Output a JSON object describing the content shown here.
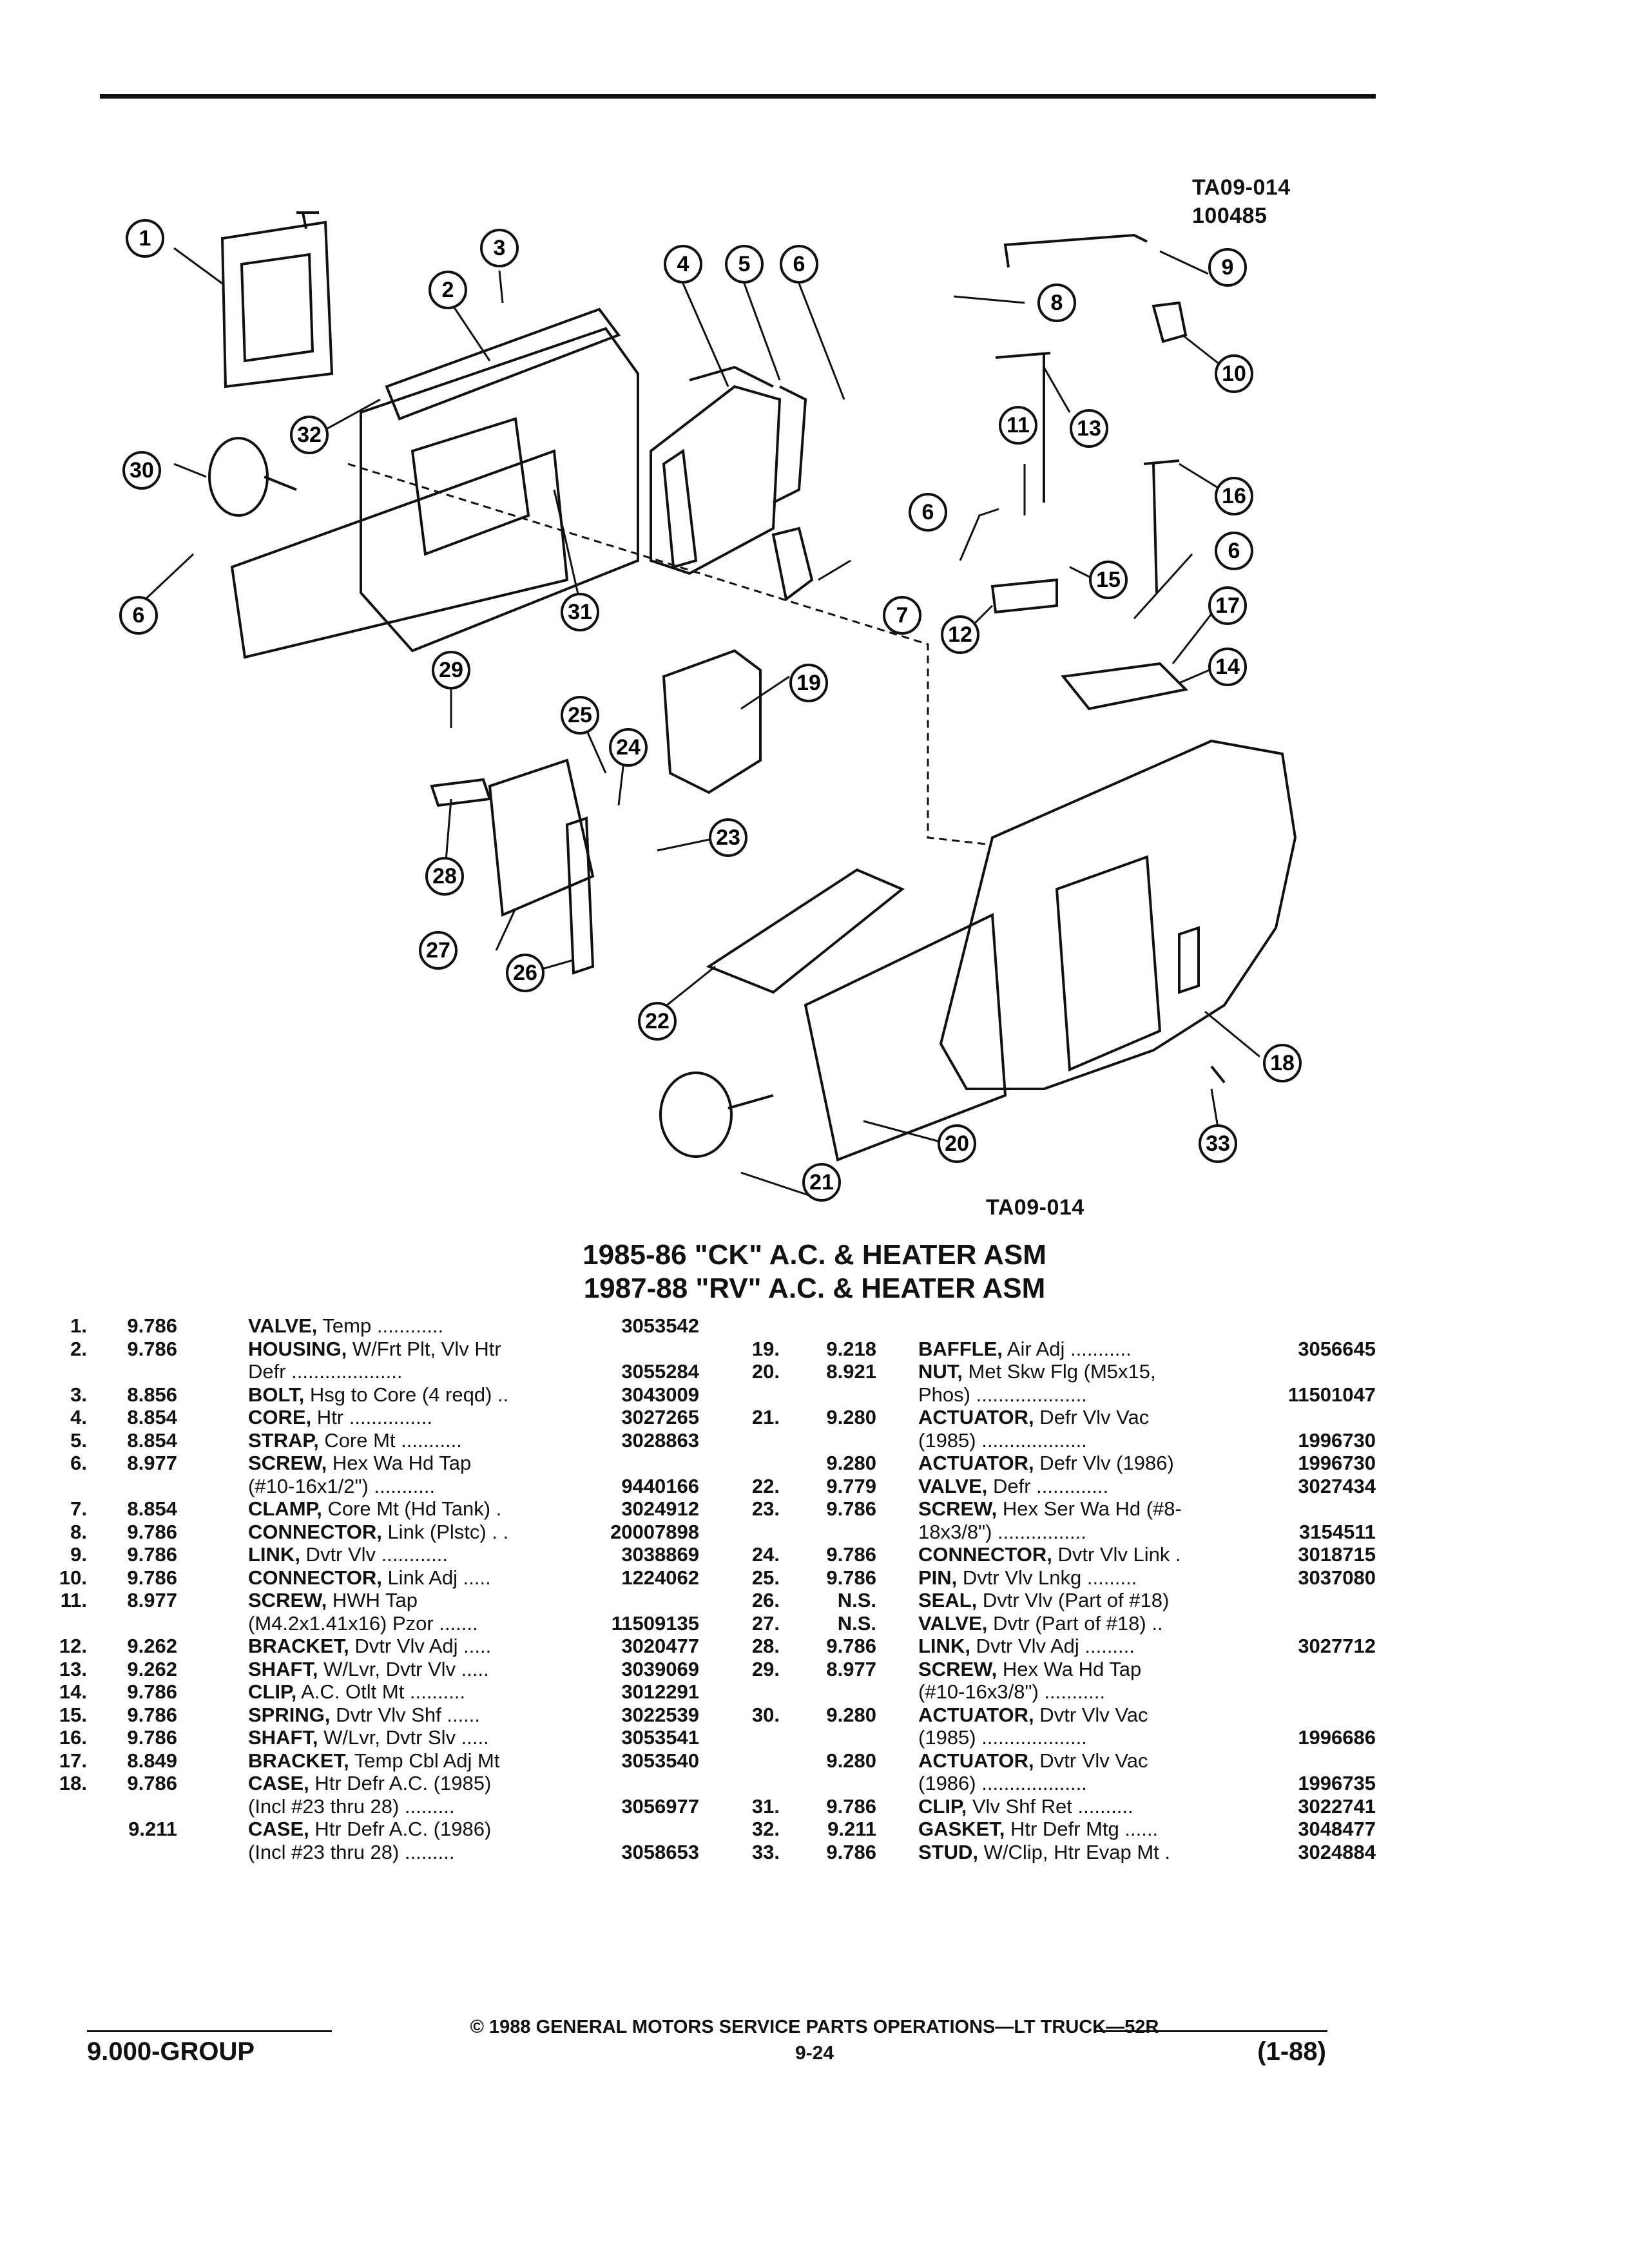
{
  "figure": {
    "id_top": "TA09-014",
    "id_top_sub": "100485",
    "id_bottom": "TA09-014"
  },
  "callouts": [
    "1",
    "2",
    "3",
    "4",
    "5",
    "6",
    "7",
    "8",
    "9",
    "10",
    "11",
    "12",
    "13",
    "14",
    "15",
    "16",
    "17",
    "18",
    "19",
    "20",
    "21",
    "22",
    "23",
    "24",
    "25",
    "26",
    "27",
    "28",
    "29",
    "30",
    "31",
    "32",
    "33"
  ],
  "title": {
    "line1": "1985-86 \"CK\" A.C. & HEATER ASM",
    "line2": "1987-88 \"RV\" A.C. & HEATER ASM"
  },
  "parts_left": [
    {
      "num": "1.",
      "grp": "9.786",
      "name": "VALVE,",
      "desc": " Temp ............",
      "part": "3053542"
    },
    {
      "num": "2.",
      "grp": "9.786",
      "name": "HOUSING,",
      "desc": " W/Frt Plt, Vlv Htr",
      "part": ""
    },
    {
      "num": "",
      "grp": "",
      "name": "",
      "desc": "Defr ....................",
      "part": "3055284"
    },
    {
      "num": "3.",
      "grp": "8.856",
      "name": "BOLT,",
      "desc": " Hsg to Core (4 reqd) ..",
      "part": "3043009"
    },
    {
      "num": "4.",
      "grp": "8.854",
      "name": "CORE,",
      "desc": " Htr ...............",
      "part": "3027265"
    },
    {
      "num": "5.",
      "grp": "8.854",
      "name": "STRAP,",
      "desc": " Core Mt ...........",
      "part": "3028863"
    },
    {
      "num": "6.",
      "grp": "8.977",
      "name": "SCREW,",
      "desc": " Hex Wa Hd Tap",
      "part": ""
    },
    {
      "num": "",
      "grp": "",
      "name": "",
      "desc": "(#10-16x1/2\") ...........",
      "part": "9440166"
    },
    {
      "num": "7.",
      "grp": "8.854",
      "name": "CLAMP,",
      "desc": " Core Mt (Hd Tank) .",
      "part": "3024912"
    },
    {
      "num": "8.",
      "grp": "9.786",
      "name": "CONNECTOR,",
      "desc": " Link (Plstc) . .",
      "part": "20007898"
    },
    {
      "num": "9.",
      "grp": "9.786",
      "name": "LINK,",
      "desc": " Dvtr Vlv ............",
      "part": "3038869"
    },
    {
      "num": "10.",
      "grp": "9.786",
      "name": "CONNECTOR,",
      "desc": " Link Adj .....",
      "part": "1224062"
    },
    {
      "num": "11.",
      "grp": "8.977",
      "name": "SCREW,",
      "desc": " HWH Tap",
      "part": ""
    },
    {
      "num": "",
      "grp": "",
      "name": "",
      "desc": "(M4.2x1.41x16) Pzor .......",
      "part": "11509135"
    },
    {
      "num": "12.",
      "grp": "9.262",
      "name": "BRACKET,",
      "desc": " Dvtr Vlv Adj .....",
      "part": "3020477"
    },
    {
      "num": "13.",
      "grp": "9.262",
      "name": "SHAFT,",
      "desc": " W/Lvr, Dvtr Vlv .....",
      "part": "3039069"
    },
    {
      "num": "14.",
      "grp": "9.786",
      "name": "CLIP,",
      "desc": " A.C. Otlt Mt ..........",
      "part": "3012291"
    },
    {
      "num": "15.",
      "grp": "9.786",
      "name": "SPRING,",
      "desc": " Dvtr Vlv Shf ......",
      "part": "3022539"
    },
    {
      "num": "16.",
      "grp": "9.786",
      "name": "SHAFT,",
      "desc": " W/Lvr, Dvtr Slv .....",
      "part": "3053541"
    },
    {
      "num": "17.",
      "grp": "8.849",
      "name": "BRACKET,",
      "desc": " Temp Cbl Adj Mt",
      "part": "3053540"
    },
    {
      "num": "18.",
      "grp": "9.786",
      "name": "CASE,",
      "desc": " Htr Defr A.C. (1985)",
      "part": ""
    },
    {
      "num": "",
      "grp": "",
      "name": "",
      "desc": "(Incl #23 thru 28) .........",
      "part": "3056977"
    },
    {
      "num": "",
      "grp": "9.211",
      "name": "CASE,",
      "desc": " Htr Defr A.C. (1986)",
      "part": ""
    },
    {
      "num": "",
      "grp": "",
      "name": "",
      "desc": "(Incl #23 thru 28) .........",
      "part": "3058653"
    }
  ],
  "parts_right": [
    {
      "num": "",
      "grp": "",
      "name": "",
      "desc": "",
      "part": ""
    },
    {
      "num": "19.",
      "grp": "9.218",
      "name": "BAFFLE,",
      "desc": " Air Adj ...........",
      "part": "3056645"
    },
    {
      "num": "20.",
      "grp": "8.921",
      "name": "NUT,",
      "desc": " Met Skw Flg (M5x15,",
      "part": ""
    },
    {
      "num": "",
      "grp": "",
      "name": "",
      "desc": "Phos) ....................",
      "part": "11501047"
    },
    {
      "num": "21.",
      "grp": "9.280",
      "name": "ACTUATOR,",
      "desc": " Defr Vlv Vac",
      "part": ""
    },
    {
      "num": "",
      "grp": "",
      "name": "",
      "desc": "(1985) ...................",
      "part": "1996730"
    },
    {
      "num": "",
      "grp": "9.280",
      "name": "ACTUATOR,",
      "desc": " Defr Vlv (1986)",
      "part": "1996730"
    },
    {
      "num": "22.",
      "grp": "9.779",
      "name": "VALVE,",
      "desc": " Defr .............",
      "part": "3027434"
    },
    {
      "num": "23.",
      "grp": "9.786",
      "name": "SCREW,",
      "desc": " Hex Ser Wa Hd (#8-",
      "part": ""
    },
    {
      "num": "",
      "grp": "",
      "name": "",
      "desc": "18x3/8\") ................",
      "part": "3154511"
    },
    {
      "num": "24.",
      "grp": "9.786",
      "name": "CONNECTOR,",
      "desc": " Dvtr Vlv Link .",
      "part": "3018715"
    },
    {
      "num": "25.",
      "grp": "9.786",
      "name": "PIN,",
      "desc": " Dvtr Vlv Lnkg .........",
      "part": "3037080"
    },
    {
      "num": "26.",
      "grp": "N.S.",
      "name": "SEAL,",
      "desc": " Dvtr Vlv (Part of #18)",
      "part": ""
    },
    {
      "num": "27.",
      "grp": "N.S.",
      "name": "VALVE,",
      "desc": " Dvtr (Part of #18) ..",
      "part": ""
    },
    {
      "num": "28.",
      "grp": "9.786",
      "name": "LINK,",
      "desc": " Dvtr Vlv Adj .........",
      "part": "3027712"
    },
    {
      "num": "29.",
      "grp": "8.977",
      "name": "SCREW,",
      "desc": " Hex Wa Hd Tap",
      "part": ""
    },
    {
      "num": "",
      "grp": "",
      "name": "",
      "desc": "(#10-16x3/8\") ...........",
      "part": ""
    },
    {
      "num": "30.",
      "grp": "9.280",
      "name": "ACTUATOR,",
      "desc": " Dvtr Vlv Vac",
      "part": ""
    },
    {
      "num": "",
      "grp": "",
      "name": "",
      "desc": "(1985) ...................",
      "part": "1996686"
    },
    {
      "num": "",
      "grp": "9.280",
      "name": "ACTUATOR,",
      "desc": " Dvtr Vlv Vac",
      "part": ""
    },
    {
      "num": "",
      "grp": "",
      "name": "",
      "desc": "(1986) ...................",
      "part": "1996735"
    },
    {
      "num": "31.",
      "grp": "9.786",
      "name": "CLIP,",
      "desc": " Vlv Shf Ret ..........",
      "part": "3022741"
    },
    {
      "num": "32.",
      "grp": "9.211",
      "name": "GASKET,",
      "desc": " Htr Defr Mtg ......",
      "part": "3048477"
    },
    {
      "num": "33.",
      "grp": "9.786",
      "name": "STUD,",
      "desc": " W/Clip, Htr Evap Mt .",
      "part": "3024884"
    }
  ],
  "footer": {
    "copyright": "© 1988 GENERAL MOTORS SERVICE PARTS OPERATIONS—LT TRUCK—52R",
    "group": "9.000-GROUP",
    "page": "9-24",
    "date": "(1-88)"
  }
}
